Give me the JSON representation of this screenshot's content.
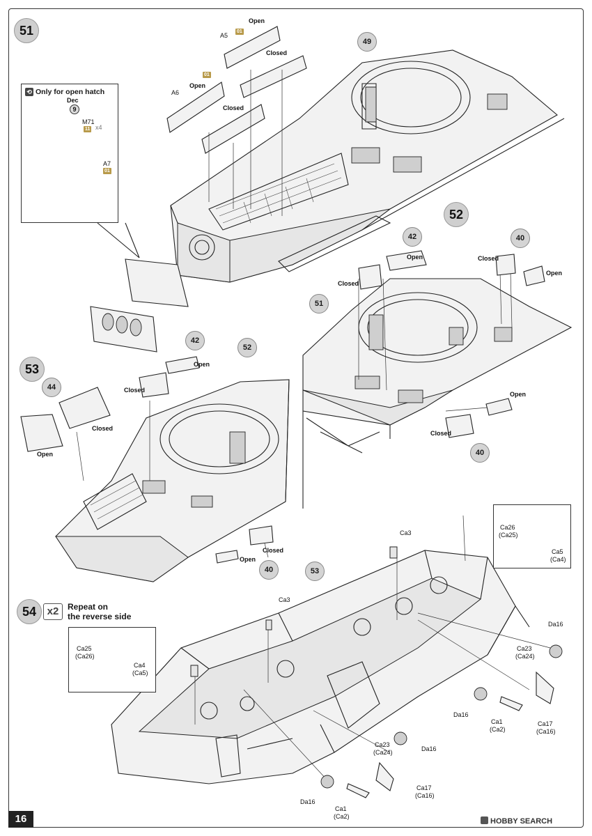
{
  "page_number": "16",
  "watermark": "HOBBY SEARCH",
  "steps": {
    "s51": "51",
    "s52": "52",
    "s53": "53",
    "s54": "54"
  },
  "callouts": {
    "c49": "49",
    "c42a": "42",
    "c40a": "40",
    "c51": "51",
    "c42b": "42",
    "c52": "52",
    "c44": "44",
    "c40b": "40",
    "c40c": "40",
    "c53": "53"
  },
  "inset_open_hatch": {
    "title": "Only for open hatch",
    "dec_label": "Dec",
    "dec_num": "9",
    "m71": "M71",
    "m71_code": "11",
    "m71_qty": "x4",
    "a7": "A7",
    "a7_code": "01"
  },
  "step51": {
    "a5": "A5",
    "a5_code": "01",
    "a6": "A6",
    "a6_code": "01",
    "open1": "Open",
    "closed1": "Closed",
    "open2": "Open",
    "closed2": "Closed"
  },
  "step52": {
    "open1": "Open",
    "closed1": "Closed",
    "closed2": "Closed",
    "open2": "Open",
    "open3": "Open",
    "closed3": "Closed"
  },
  "step53": {
    "open1": "Open",
    "closed1": "Closed",
    "closed2": "Closed",
    "open2": "Open",
    "closed3": "Closed",
    "open3": "Open"
  },
  "step54": {
    "repeat_count": "x2",
    "repeat_line1": "Repeat on",
    "repeat_line2": "the reverse side",
    "inset_left": {
      "ca25": "Ca25",
      "ca26": "(Ca26)",
      "ca4": "Ca4",
      "ca5": "(Ca5)"
    },
    "inset_right": {
      "ca26": "Ca26",
      "ca25": "(Ca25)",
      "ca5": "Ca5",
      "ca4": "(Ca4)"
    },
    "ca3_top": "Ca3",
    "ca3_mid": "Ca3",
    "da16_r": "Da16",
    "ca23_r": "Ca23",
    "ca24_r": "(Ca24)",
    "da16_mid": "Da16",
    "ca1_r": "Ca1",
    "ca2_r": "(Ca2)",
    "ca17_r": "Ca17",
    "ca16_r": "(Ca16)",
    "ca23_l": "Ca23",
    "ca24_l": "(Ca24)",
    "da16_l": "Da16",
    "ca17_l": "Ca17",
    "ca16_l": "(Ca16)",
    "da16_bl": "Da16",
    "ca1_l": "Ca1",
    "ca2_l": "(Ca2)"
  }
}
